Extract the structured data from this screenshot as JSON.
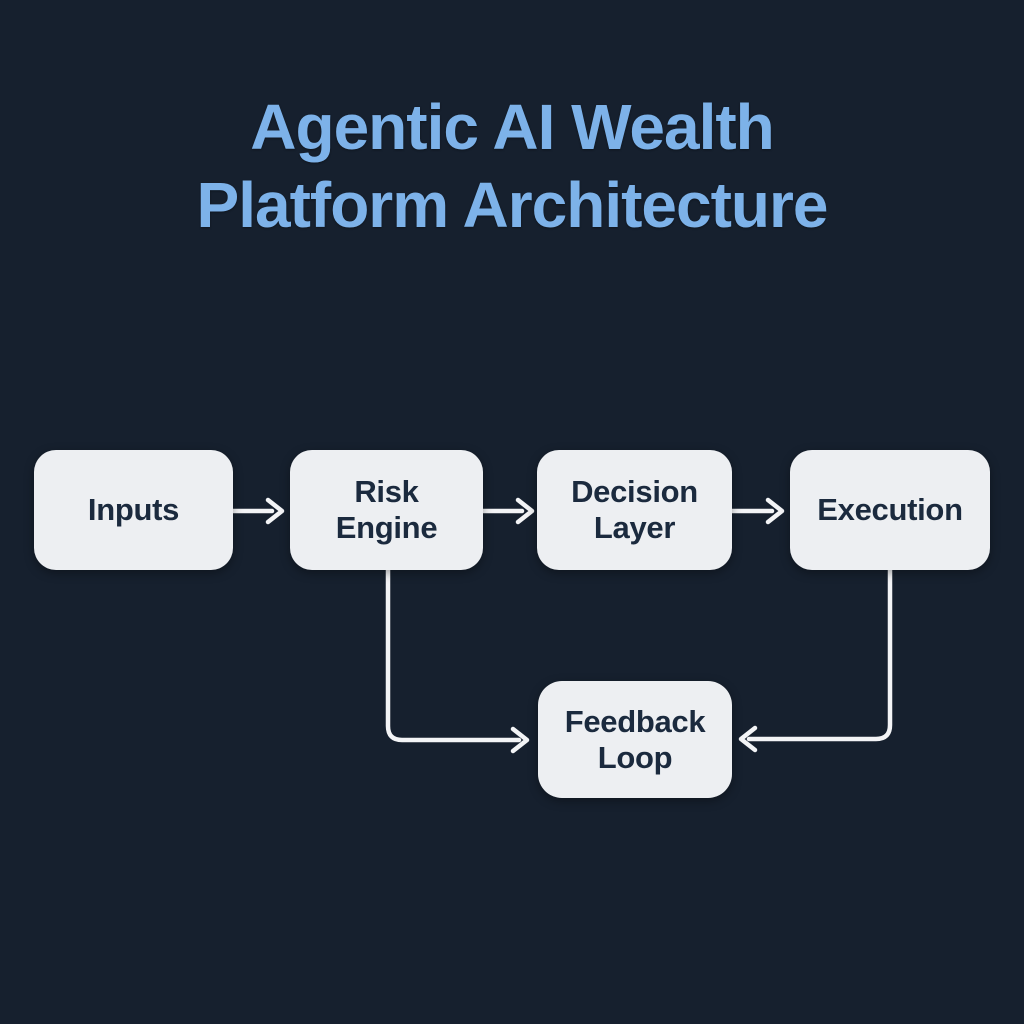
{
  "title": {
    "text": "Agentic AI Wealth Platform Architecture"
  },
  "diagram": {
    "nodes": [
      {
        "id": "inputs",
        "label": "Inputs"
      },
      {
        "id": "risk-engine",
        "label": "Risk\nEngine"
      },
      {
        "id": "decision-layer",
        "label": "Decision\nLayer"
      },
      {
        "id": "execution",
        "label": "Execution"
      },
      {
        "id": "feedback-loop",
        "label": "Feedback\nLoop"
      }
    ],
    "edges": [
      {
        "from": "Inputs",
        "to": "Risk Engine",
        "shape": "straight-right"
      },
      {
        "from": "Risk Engine",
        "to": "Decision Layer",
        "shape": "straight-right"
      },
      {
        "from": "Decision Layer",
        "to": "Execution",
        "shape": "straight-right"
      },
      {
        "from": "Risk Engine",
        "to": "Feedback Loop",
        "shape": "elbow-down-right"
      },
      {
        "from": "Execution",
        "to": "Feedback Loop",
        "shape": "elbow-down-left"
      }
    ]
  },
  "colors": {
    "background": "#16202e",
    "node_fill": "#edeff2",
    "node_text": "#1b2a3e",
    "title_text": "#7db2e9",
    "connector": "#f3f4f6"
  }
}
